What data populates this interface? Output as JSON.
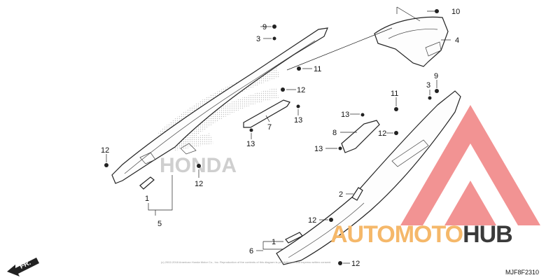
{
  "diagram": {
    "code": "MJF8F2310",
    "front_label": "FR.",
    "copyright": "(c) 2002-2018 American Honda Motor Co., Inc. Reproduction of the contents of this diagram is prohibited without express written consent.",
    "callouts": [
      "1",
      "2",
      "3",
      "4",
      "5",
      "6",
      "7",
      "8",
      "9",
      "10",
      "11",
      "12",
      "13"
    ]
  },
  "watermark": {
    "brand": "HONDA",
    "site_part1": "AUTOMOTO",
    "site_part2": "HUB",
    "colors": {
      "triangle": "#f08080",
      "auto_moto": "#f5b86a",
      "hub": "#3a3a3a",
      "honda_logo": "#cfcfcf"
    }
  }
}
